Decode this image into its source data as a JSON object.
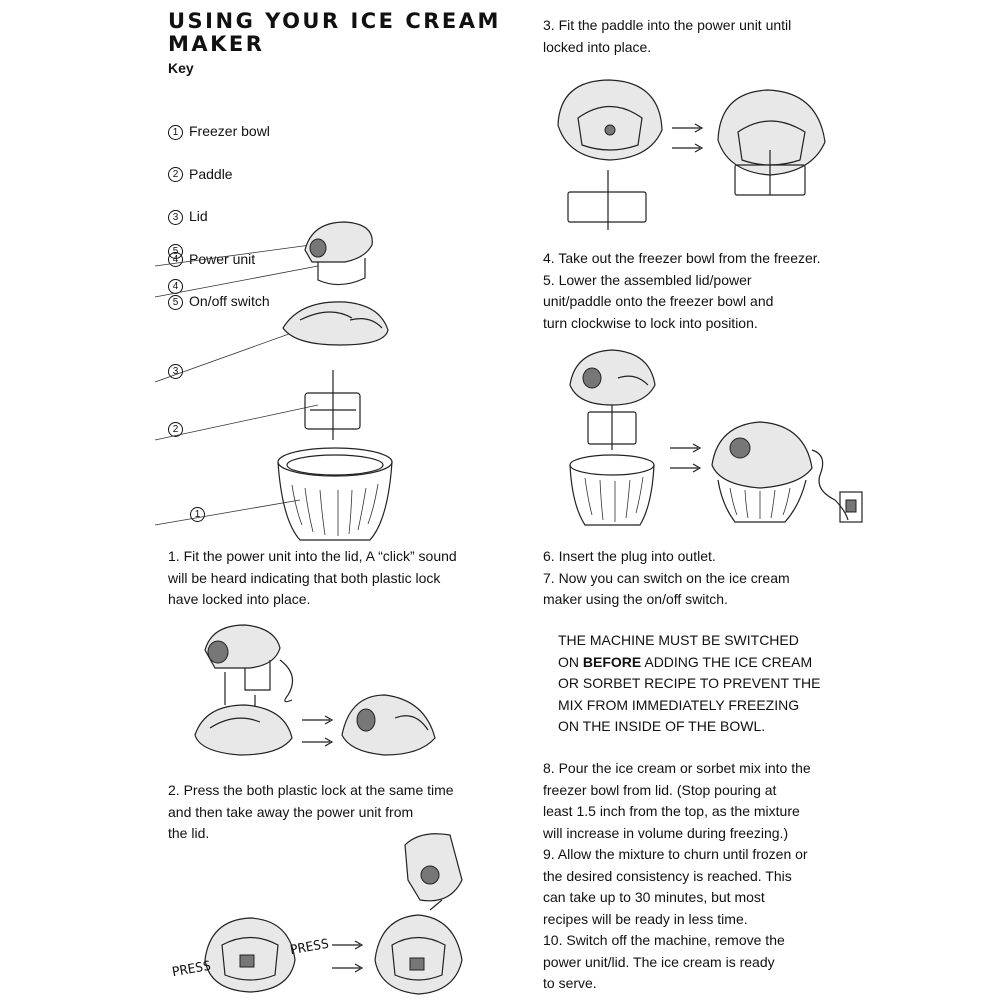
{
  "title": "USING YOUR ICE CREAM\nMAKER",
  "key_heading": "Key",
  "key_items": [
    {
      "num": "1",
      "label": "Freezer bowl"
    },
    {
      "num": "2",
      "label": "Paddle"
    },
    {
      "num": "3",
      "label": "Lid"
    },
    {
      "num": "4",
      "label": "Power unit"
    },
    {
      "num": "5",
      "label": "On/off switch"
    }
  ],
  "callouts": [
    "5",
    "4",
    "3",
    "2",
    "1"
  ],
  "steps": {
    "s1": "1. Fit the power unit into the lid, A “click” sound\n    will be heard indicating that both plastic lock\n    have locked into place.",
    "s2": "2. Press the both plastic lock at the same time\n   and then take away the power unit from\n   the lid.",
    "s3": "3. Fit the paddle into the power unit until\n    locked into place.",
    "s45": "4. Take out the freezer bowl from the freezer.\n5. Lower the assembled lid/power\n    unit/paddle onto the freezer bowl and\n    turn clockwise to lock into position.",
    "s67": "6. Insert the plug into outlet.\n7. Now you can switch on the ice cream\n    maker using the on/off switch.",
    "s8_10": "8. Pour the ice cream or sorbet mix into the\n    freezer bowl from lid. (Stop pouring at\n    least 1.5 inch from the top, as the mixture\n    will increase in volume during freezing.)\n9. Allow the mixture to churn until frozen or\n    the desired consistency is reached. This\n    can take up to 30 minutes, but most\n    recipes will be ready in less time.\n10. Switch off the machine, remove the\n    power unit/lid. The ice cream is ready\n    to serve."
  },
  "warning": {
    "line1": "THE MACHINE MUST BE SWITCHED",
    "line2_pre": "ON ",
    "line2_bold": "BEFORE",
    "line2_post": " ADDING THE ICE CREAM",
    "line3": "OR SORBET RECIPE TO PREVENT THE",
    "line4": "MIX FROM IMMEDIATELY FREEZING",
    "line5": "ON THE INSIDE OF THE BOWL."
  },
  "press_labels": [
    "PRESS",
    "PRESS"
  ]
}
